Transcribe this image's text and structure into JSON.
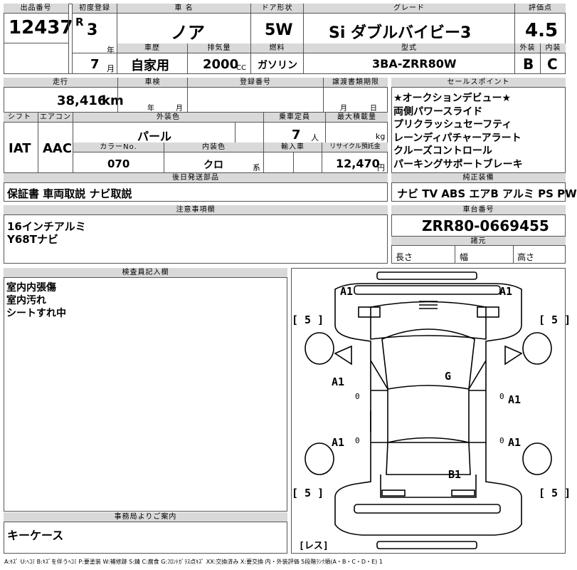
{
  "header": {
    "lot_no_label": "出品番号",
    "lot_no": "12437",
    "first_reg_label": "初度登録",
    "era": "R",
    "reg_year": "3",
    "year_unit": "年",
    "reg_month": "7",
    "month_unit": "月",
    "car_name_label": "車 名",
    "car_name": "ノア",
    "door_label": "ドア形状",
    "door": "5W",
    "grade_label": "グレード",
    "grade": "Si ダブルバイビー3",
    "score_label": "評価点",
    "score": "4.5",
    "history_label": "車歴",
    "history": "自家用",
    "displacement_label": "排気量",
    "displacement": "2000",
    "cc": "CC",
    "fuel_label": "燃料",
    "fuel": "ガソリン",
    "model_label": "型式",
    "model": "3BA-ZRR80W",
    "ext_label": "外装",
    "ext": "B",
    "int_label": "内装",
    "int": "C"
  },
  "row2": {
    "mileage_label": "走行",
    "mileage": "38,416",
    "km": "km",
    "inspection_label": "車検",
    "insp_year": "年",
    "insp_month": "月",
    "reg_no_label": "登録番号",
    "transfer_label": "譲渡書類期限",
    "transfer_month": "月",
    "transfer_day": "日",
    "shift_label": "シフト",
    "shift": "IAT",
    "ac_label": "エアコン",
    "ac": "AAC",
    "color_label": "外装色",
    "color": "パール",
    "capacity_label": "乗車定員",
    "capacity": "7",
    "person": "人",
    "maxload_label": "最大積載量",
    "kg": "kg",
    "color_no_label": "カラーNo.",
    "color_no": "070",
    "int_color_label": "内装色",
    "int_color": "クロ",
    "int_color_suffix": "系",
    "import_label": "輸入車",
    "recycle_label": "リサイクル預託金",
    "recycle": "12,470",
    "yen": "円",
    "later_parts_label": "後日発送部品",
    "later_parts": "保証書 車両取説 ナビ取説"
  },
  "sales_points": {
    "label": "セールスポイント",
    "items": [
      "★オークションデビュー★",
      "両側パワースライド",
      "プリクラッシュセーフティ",
      "レーンディパチャーアラート",
      "クルーズコントロール",
      "パーキングサポートブレーキ"
    ]
  },
  "equipment": {
    "label": "純正装備",
    "value": "ナビ TV ABS エアB アルミ PS PW"
  },
  "notes": {
    "label": "注意事項欄",
    "lines": [
      "16インチアルミ",
      "Y68Tナビ"
    ]
  },
  "chassis": {
    "label": "車台番号",
    "value": "ZRR80-0669455",
    "dims_label": "諸元",
    "length": "長さ",
    "width": "幅",
    "height": "高さ"
  },
  "inspector": {
    "label": "検査員記入欄",
    "lines": [
      "室内内張傷",
      "室内汚れ",
      "シートすれ中"
    ]
  },
  "office": {
    "label": "事務局よりご案内",
    "value": "キーケース"
  },
  "diagram": {
    "marks": [
      "A1",
      "A1",
      "[ 5 ]",
      "[ 5 ]",
      "A1",
      "A1",
      "G",
      "A1",
      "A1",
      "B1",
      "[ 5 ]",
      "[ 5 ]",
      "[レス]",
      "0",
      "0",
      "0",
      "0"
    ]
  },
  "legend": "A:ｷｽﾞ U:ﾍｺﾐ B:ｷｽﾞを伴うﾍｺﾐ P:要塗装 W:補修跡 S:錆 C:腐食 G:ﾌﾛﾝﾄｶﾞﾗｽ点ｷｽﾞ XX:交換済み X:要交換 内・外装評価 5段階ﾗﾝｸ順(A・B・C・D・E) 1"
}
